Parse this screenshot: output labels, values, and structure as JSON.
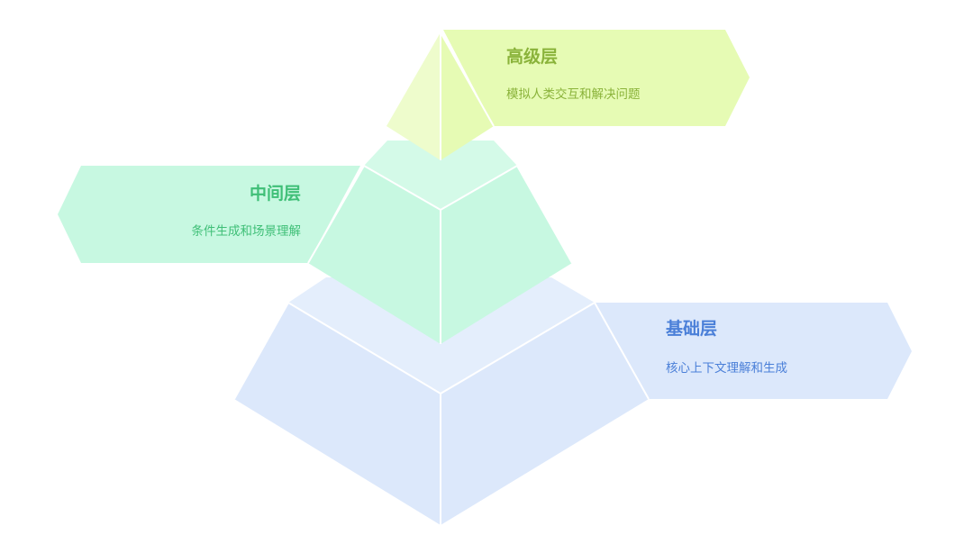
{
  "layers": {
    "top": {
      "title": "高级层",
      "desc": "模拟人类交互和解决问题",
      "text_color": "#8ab33a",
      "face_color": "#e6fbb4",
      "face_light_color": "#eefccc"
    },
    "middle": {
      "title": "中间层",
      "desc": "条件生成和场景理解",
      "text_color": "#3fbf77",
      "face_color": "#c7f8e1",
      "face_light_color": "#d4fae8"
    },
    "base": {
      "title": "基础层",
      "desc": "核心上下文理解和生成",
      "text_color": "#4a7fd8",
      "face_color": "#dce8fb",
      "face_light_color": "#e4eefc"
    }
  }
}
